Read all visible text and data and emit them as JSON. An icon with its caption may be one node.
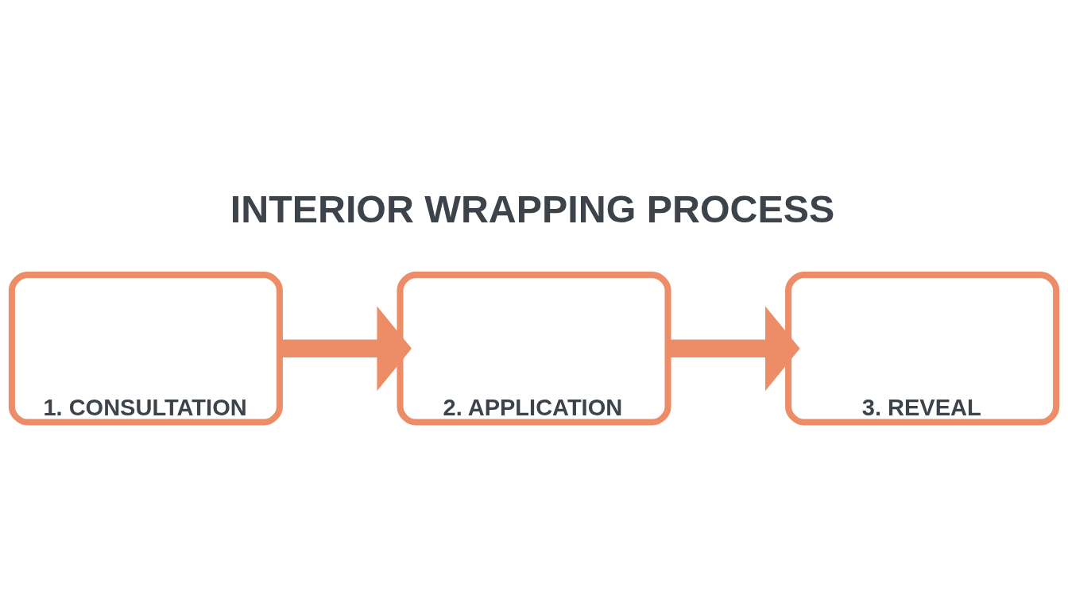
{
  "diagram": {
    "title": "INTERIOR WRAPPING PROCESS",
    "nodes": [
      {
        "text": [
          "1. CONSULTATION"
        ]
      },
      {
        "text": [
          "2. APPLICATION"
        ]
      },
      {
        "text": [
          "3. REVEAL"
        ]
      }
    ],
    "edges": [
      {
        "from": 0,
        "to": 1,
        "arrow": "to"
      },
      {
        "from": 1,
        "to": 2,
        "arrow": "to"
      }
    ]
  }
}
